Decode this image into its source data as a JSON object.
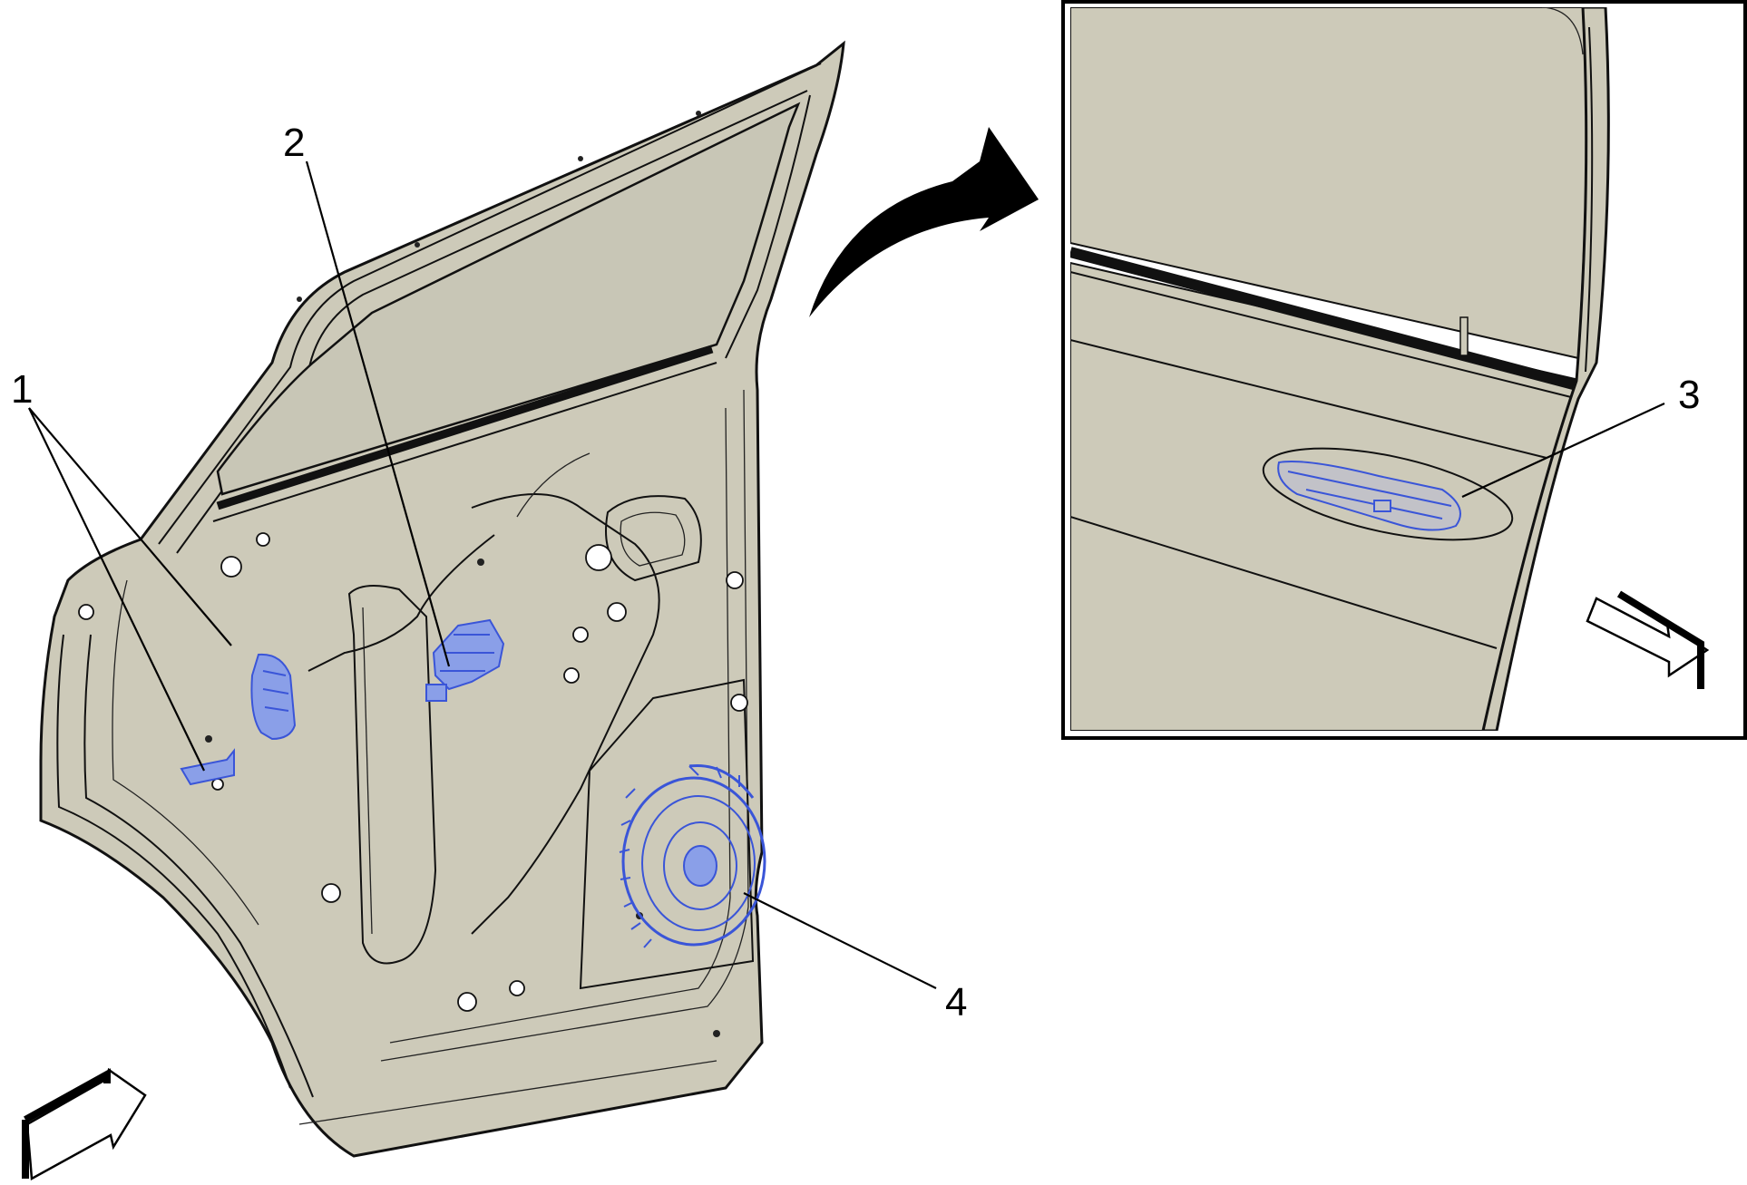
{
  "callouts": {
    "c1": "1",
    "c2": "2",
    "c3": "3",
    "c4": "4"
  },
  "colors": {
    "door_panel": "#cdcab9",
    "highlight_blue": "#3a55d8",
    "outline": "#111111"
  },
  "icons": {
    "transfer_arrow": "curved-arrow-icon",
    "view_arrow_main": "view-direction-arrow-icon",
    "view_arrow_detail": "view-direction-arrow-icon"
  }
}
